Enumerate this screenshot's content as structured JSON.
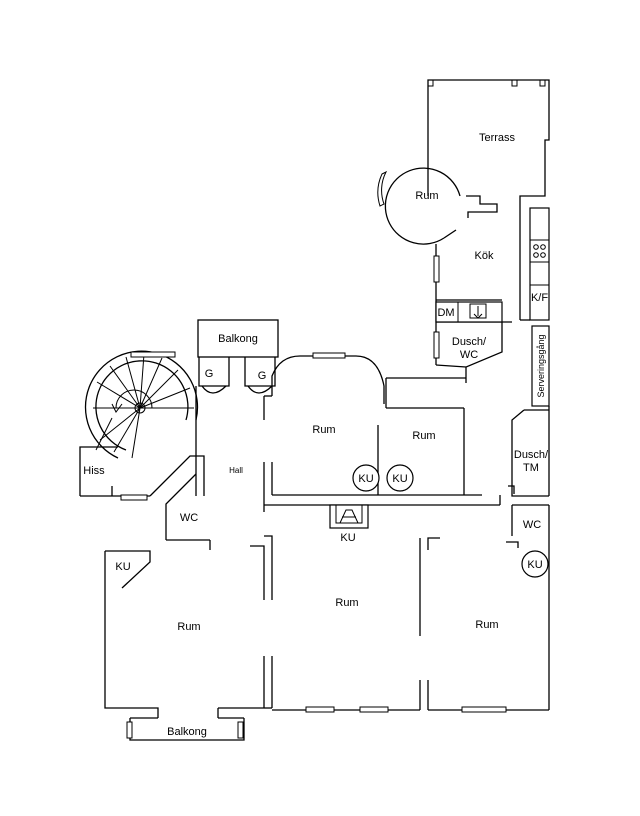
{
  "rooms": {
    "terrass": "Terrass",
    "rum_round": "Rum",
    "kok": "Kök",
    "kf": "K/F",
    "dm": "DM",
    "dusch_wc": [
      "Dusch/",
      "WC"
    ],
    "serveringsgang": "Serveringsgång",
    "balkong_top": "Balkong",
    "g_left": "G",
    "g_right": "G",
    "rum_center_top": "Rum",
    "rum_right_top": "Rum",
    "dusch_tm": [
      "Dusch/",
      "TM"
    ],
    "hiss": "Hiss",
    "hall": "Hall",
    "wc_left": "WC",
    "wc_right": "WC",
    "ku_1": "KU",
    "ku_2": "KU",
    "ku_3": "KU",
    "ku_4": "KU",
    "ku_5": "KU",
    "rum_left": "Rum",
    "rum_center": "Rum",
    "rum_right": "Rum",
    "balkong_bottom": "Balkong"
  }
}
